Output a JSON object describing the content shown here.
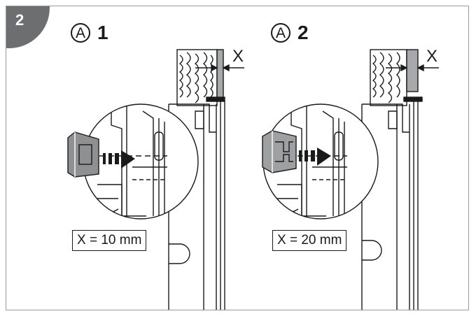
{
  "step": {
    "number": "2"
  },
  "panels": [
    {
      "icon_letter": "A",
      "number": "1",
      "dimension_label": "X",
      "measurement": "X = 10 mm",
      "clip_color": "#8f9092"
    },
    {
      "icon_letter": "A",
      "number": "2",
      "dimension_label": "X",
      "measurement": "X = 20 mm",
      "clip_color": "#9fa0a2"
    }
  ],
  "colors": {
    "line": "#1a1a1a",
    "badge": "#6d6e70",
    "gap_fill": "#a7a8aa",
    "frame": "#9a9a9a"
  }
}
